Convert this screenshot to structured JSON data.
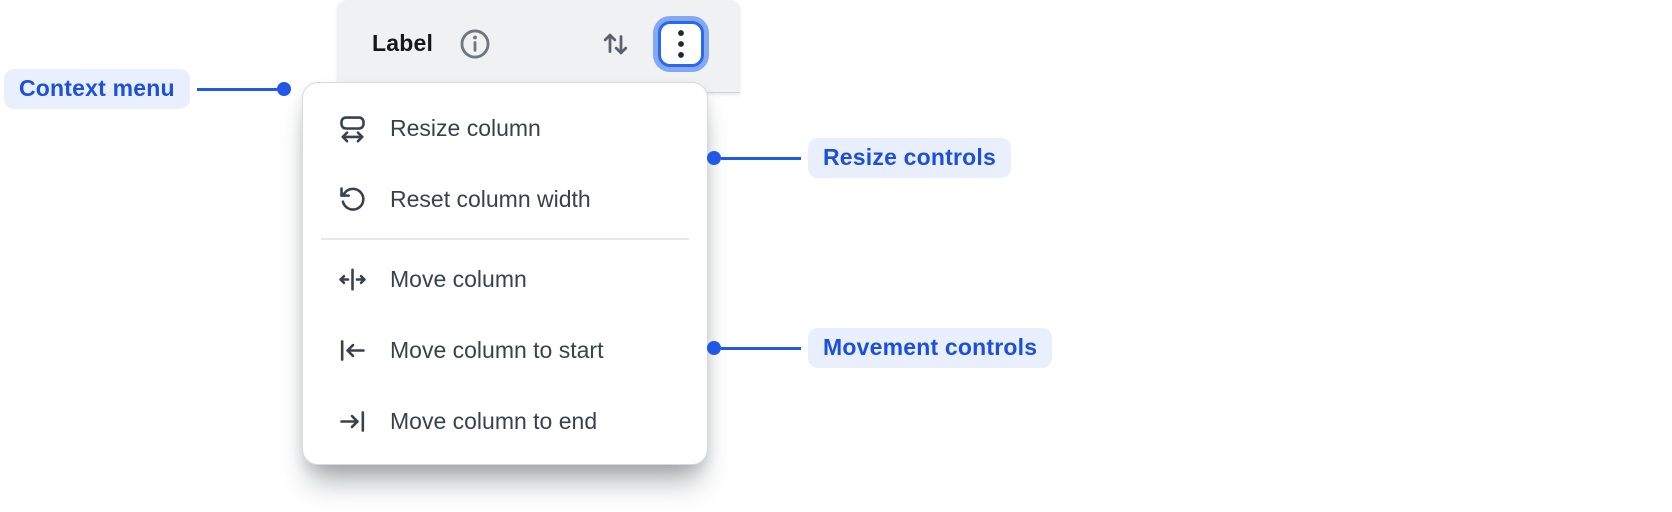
{
  "header": {
    "label": "Label",
    "info_icon": "info-icon",
    "sort_icon": "sort-ascending-descending-icon",
    "menu_button_icon": "kebab-vertical-dots-icon"
  },
  "menu": {
    "groups": [
      {
        "name": "resize-controls",
        "items": [
          {
            "icon": "resize-column-icon",
            "label": "Resize column"
          },
          {
            "icon": "reset-column-width-icon",
            "label": "Reset column width"
          }
        ]
      },
      {
        "name": "movement-controls",
        "items": [
          {
            "icon": "move-column-icon",
            "label": "Move column"
          },
          {
            "icon": "move-column-to-start-icon",
            "label": "Move column to start"
          },
          {
            "icon": "move-column-to-end-icon",
            "label": "Move column to end"
          }
        ]
      }
    ]
  },
  "annotations": [
    {
      "id": "context-menu",
      "label": "Context menu",
      "side": "left"
    },
    {
      "id": "resize-controls",
      "label": "Resize controls",
      "side": "right"
    },
    {
      "id": "movement-controls",
      "label": "Movement controls",
      "side": "right"
    }
  ],
  "colors": {
    "header_bg": "#f0f1f2",
    "menu_bg": "#ffffff",
    "menu_text": "#39424c",
    "focus_ring_inner": "#2b68ee",
    "focus_ring_outer": "#84a9f4",
    "annotation_text": "#1b50da",
    "annotation_bg": "#e9effc",
    "connector": "#2258e8"
  }
}
